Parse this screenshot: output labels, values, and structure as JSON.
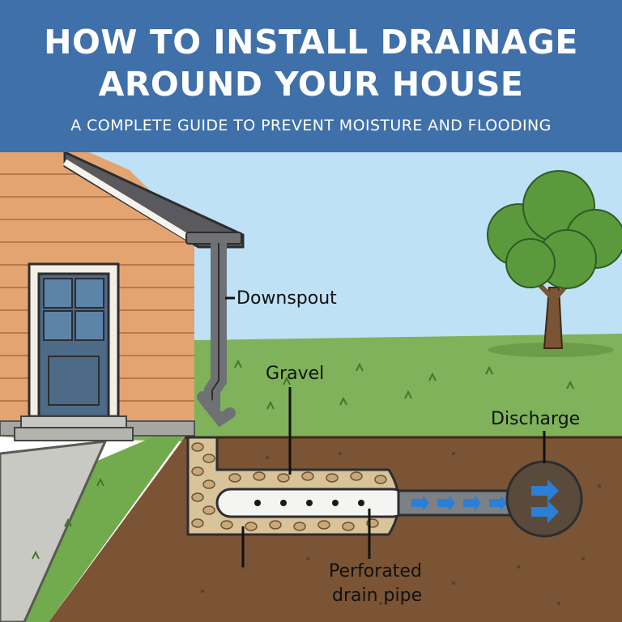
{
  "header": {
    "title_line1": "HOW TO INSTALL DRAINAGE",
    "title_line2": "AROUND YOUR HOUSE",
    "subtitle": "A COMPLETE GUIDE TO PREVENT MOISTURE AND FLOODING"
  },
  "labels": {
    "downspout": "Downspout",
    "gravel": "Gravel",
    "discharge": "Discharge",
    "pipe_line1": "Perforated",
    "pipe_line2": "drain pipe"
  },
  "colors": {
    "banner": "#3f70a9",
    "sky": "#bfe1f5",
    "grass": "#7fb25a",
    "soil": "#7a5434",
    "siding": "#e3a472",
    "flow_arrow": "#2b7fd4"
  }
}
